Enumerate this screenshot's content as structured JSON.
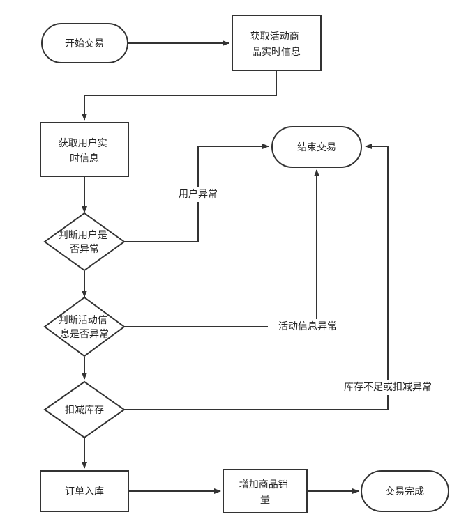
{
  "nodes": {
    "start": {
      "lines": [
        "开始交易"
      ],
      "shape": "rounded"
    },
    "get_activity": {
      "lines": [
        "获取活动商",
        "品实时信息"
      ],
      "shape": "rect"
    },
    "get_user": {
      "lines": [
        "获取用户实",
        "时信息"
      ],
      "shape": "rect"
    },
    "end_trade": {
      "lines": [
        "结束交易"
      ],
      "shape": "rounded"
    },
    "check_user": {
      "lines": [
        "判断用户是",
        "否异常"
      ],
      "shape": "diamond"
    },
    "check_activity": {
      "lines": [
        "判断活动信",
        "息是否异常"
      ],
      "shape": "diamond"
    },
    "deduct_stock": {
      "lines": [
        "扣减库存"
      ],
      "shape": "diamond"
    },
    "order_in": {
      "lines": [
        "订单入库"
      ],
      "shape": "rect"
    },
    "add_sales": {
      "lines": [
        "增加商品销",
        "量"
      ],
      "shape": "rect"
    },
    "done": {
      "lines": [
        "交易完成"
      ],
      "shape": "rounded"
    }
  },
  "edge_labels": {
    "user_abnormal": "用户异常",
    "activity_abnormal": "活动信息异常",
    "stock_abnormal": "库存不足或扣减异常"
  },
  "colors": {
    "stroke": "#333333",
    "fill": "#ffffff",
    "text": "#222222"
  }
}
